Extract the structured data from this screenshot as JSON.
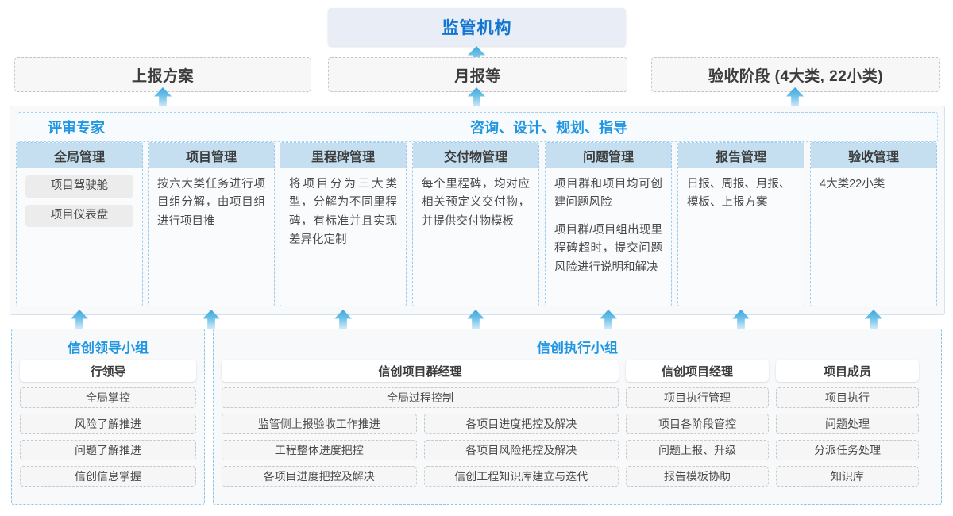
{
  "top": {
    "regulator": "监管机构",
    "deliverables": [
      "上报方案",
      "月报等",
      "验收阶段 (4大类, 22小类)"
    ]
  },
  "consult_band": {
    "left_label": "评审专家",
    "center_label": "咨询、设计、规划、指导"
  },
  "management_columns": [
    {
      "title": "全局管理",
      "pills": [
        "项目驾驶舱",
        "项目仪表盘"
      ],
      "paragraphs": []
    },
    {
      "title": "项目管理",
      "pills": [],
      "paragraphs": [
        "按六大类任务进行项目组分解，由项目组进行项目推"
      ]
    },
    {
      "title": "里程碑管理",
      "pills": [],
      "paragraphs": [
        "将项目分为三大类型，分解为不同里程碑，有标准并且实现差异化定制"
      ]
    },
    {
      "title": "交付物管理",
      "pills": [],
      "paragraphs": [
        "每个里程碑，均对应相关预定义交付物，并提供交付物模板"
      ]
    },
    {
      "title": "问题管理",
      "pills": [],
      "paragraphs": [
        "项目群和项目均可创建问题风险",
        "项目群/项目组出现里程碑超时，提交问题风险进行说明和解决"
      ]
    },
    {
      "title": "报告管理",
      "pills": [],
      "paragraphs": [
        "日报、周报、月报、模板、上报方案"
      ]
    },
    {
      "title": "验收管理",
      "pills": [],
      "paragraphs": [
        "4大类22小类"
      ]
    }
  ],
  "bottom": {
    "leader_group": {
      "title": "信创领导小组",
      "role": "行领导",
      "tasks": [
        "全局掌控",
        "风险了解推进",
        "问题了解推进",
        "信创信息掌握"
      ]
    },
    "exec_group": {
      "title": "信创执行小组",
      "program_manager": {
        "role": "信创项目群经理",
        "wide_task": "全局过程控制",
        "left_tasks": [
          "监管侧上报验收工作推进",
          "工程整体进度把控",
          "各项目进度把控及解决"
        ],
        "right_tasks": [
          "各项目进度把控及解决",
          "各项目风险把控及解决",
          "信创工程知识库建立与迭代"
        ]
      },
      "project_manager": {
        "role": "信创项目经理",
        "tasks": [
          "项目执行管理",
          "项目各阶段管控",
          "问题上报、升级",
          "报告模板协助"
        ]
      },
      "project_member": {
        "role": "项目成员",
        "tasks": [
          "项目执行",
          "问题处理",
          "分派任务处理",
          "知识库"
        ]
      }
    }
  },
  "colors": {
    "accent_blue": "#2196e3",
    "title_blue": "#1275d1",
    "header_fill": "#c5dff0",
    "regulator_fill": "#e8edf6",
    "arrow_top": "#3fa5dd",
    "arrow_bottom": "#cfe9f7"
  }
}
